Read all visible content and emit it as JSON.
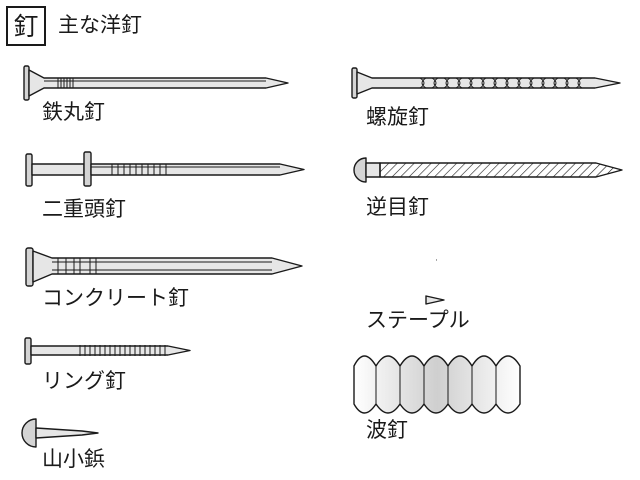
{
  "header": {
    "title_char": "釘",
    "subtitle": "主な洋釘"
  },
  "items": [
    {
      "label": "鉄丸釘"
    },
    {
      "label": "二重頭釘"
    },
    {
      "label": "コンクリート釘"
    },
    {
      "label": "リング釘"
    },
    {
      "label": "山小鋲"
    },
    {
      "label": "螺旋釘"
    },
    {
      "label": "逆目釘"
    },
    {
      "label": "ステープル"
    },
    {
      "label": "波釘"
    }
  ]
}
